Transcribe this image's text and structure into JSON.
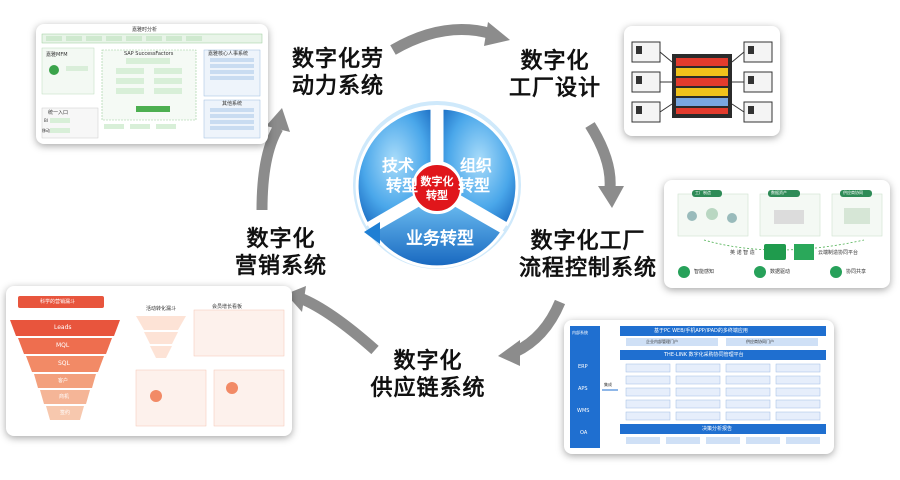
{
  "center": {
    "hub": [
      "数字化",
      "转型"
    ],
    "segments": [
      {
        "line1": "技术",
        "line2": "转型"
      },
      {
        "line1": "组织",
        "line2": "转型"
      },
      {
        "text": "业务转型"
      }
    ]
  },
  "nodes": [
    {
      "line1": "数字化劳",
      "line2": "动力系统"
    },
    {
      "line1": "数字化",
      "line2": "工厂设计"
    },
    {
      "line1": "数字化工厂",
      "line2": "流程控制系统"
    },
    {
      "line1": "数字化",
      "line2": "供应链系统"
    },
    {
      "line1": "数字化",
      "line2": "营销系统"
    }
  ],
  "thumb_workforce": {
    "title": "嘉雅时分析",
    "left_title": "嘉雅MFM",
    "mid_title": "SAP SuccessFactors",
    "right_title": "嘉雅核心人事系统",
    "right_title2": "其他系统",
    "left_mid": "统一入口",
    "rows": [
      "BI",
      "移动"
    ]
  },
  "thumb_factory": {
    "devices": 6
  },
  "thumb_process": {
    "pills": [
      "工厂制造",
      "数据资产",
      "供应商协同"
    ],
    "mid_text": "云端制造协同平台",
    "brand": "英 诺 智 造",
    "bottom": [
      "智能感知",
      "数据驱动",
      "协同共享"
    ]
  },
  "thumb_supply": {
    "top": "基于PC WEB/手机APP/IPAD的多终端应用",
    "top_sub": [
      "企业内部管理门户",
      "供应商协同门户"
    ],
    "mid": "THE-LINK 数字化采购协同管理平台",
    "bottom": "决策分析报告",
    "side": [
      "内部系统",
      "ERP",
      "APS",
      "WMS",
      "OA"
    ],
    "integrate": "集成"
  },
  "thumb_marketing": {
    "title": "科学的营销漏斗",
    "funnel": [
      "Leads",
      "MQL",
      "SQL",
      "客户",
      "商机",
      "签约"
    ],
    "mid_title": "活动转化漏斗",
    "right_title": "会员增长看板"
  },
  "colors": {
    "arrow": "#8c8c8c",
    "center_blue": "#1f7fd4",
    "center_light": "#7cc3f2",
    "hub_red": "#e0161b",
    "card_blue": "#1f6fd0",
    "funnel": [
      "#e8553d",
      "#ee6e4f",
      "#f28a66",
      "#f3a07d",
      "#f5b597",
      "#f7c8ae"
    ]
  }
}
